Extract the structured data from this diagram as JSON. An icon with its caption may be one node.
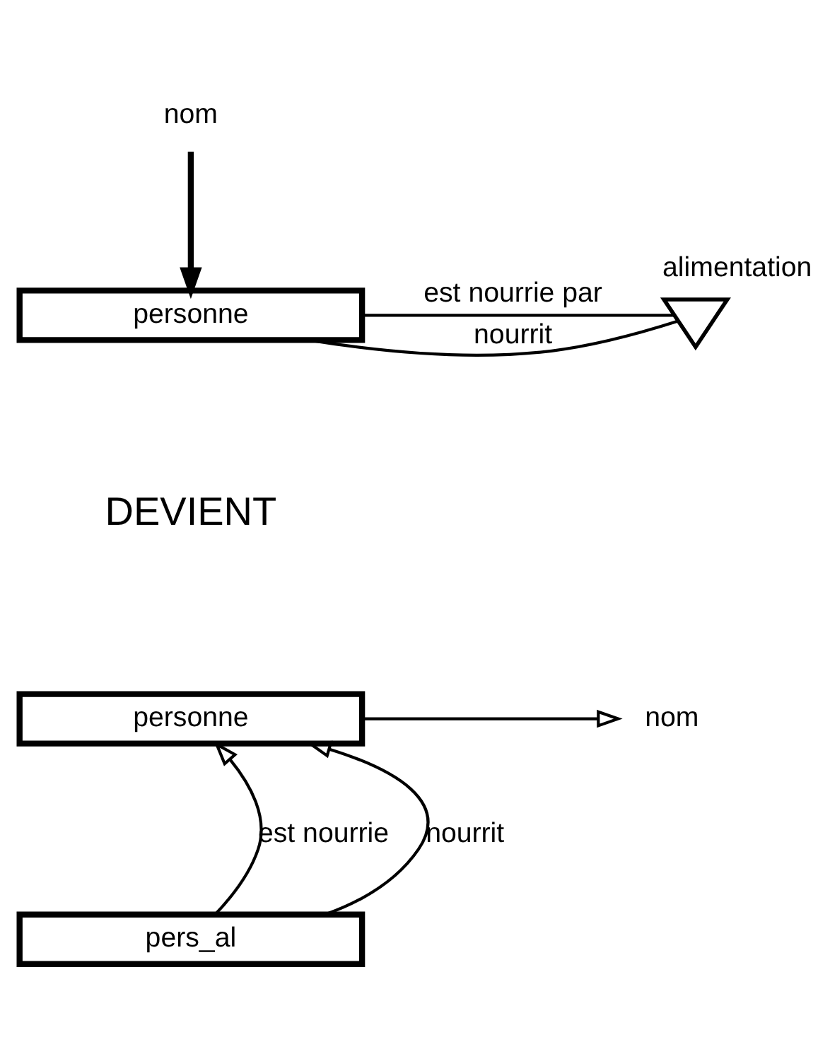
{
  "diagram": {
    "nodes": [
      {
        "text": [
          "nom"
        ]
      },
      {
        "text": [
          "personne"
        ]
      },
      {
        "text": [],
        "shape": "hourglass",
        "beside": [
          "alimentation"
        ]
      },
      {
        "text": [
          "personne"
        ]
      },
      {
        "text": [
          "nom"
        ]
      },
      {
        "text": [
          "pers_al"
        ]
      }
    ],
    "edges": [
      {
        "from": 0,
        "to": 1,
        "arrow": "to",
        "style": "thick"
      },
      {
        "from": 1,
        "to": 2,
        "arrow": "none",
        "label": "nourrit"
      },
      {
        "from": 1,
        "to": 2,
        "arrow": "none",
        "label": "est nourrie par"
      },
      {
        "from": 3,
        "to": 4,
        "arrow": "to"
      },
      {
        "from": 5,
        "to": 3,
        "arrow": "to",
        "label": "est nourrie"
      },
      {
        "from": 5,
        "to": 3,
        "arrow": "to",
        "label": "nourrit"
      }
    ],
    "labels": [
      "DEVIENT"
    ]
  }
}
